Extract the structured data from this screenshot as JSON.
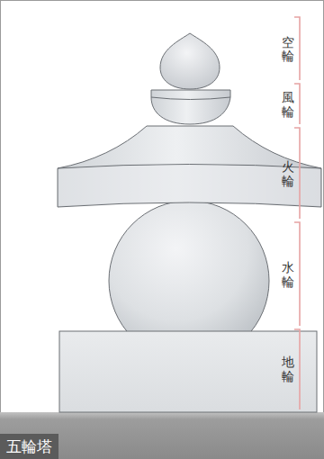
{
  "diagram": {
    "caption": "五輪塔",
    "labels": [
      "空輪",
      "風輪",
      "火輪",
      "水輪",
      "地輪"
    ]
  }
}
